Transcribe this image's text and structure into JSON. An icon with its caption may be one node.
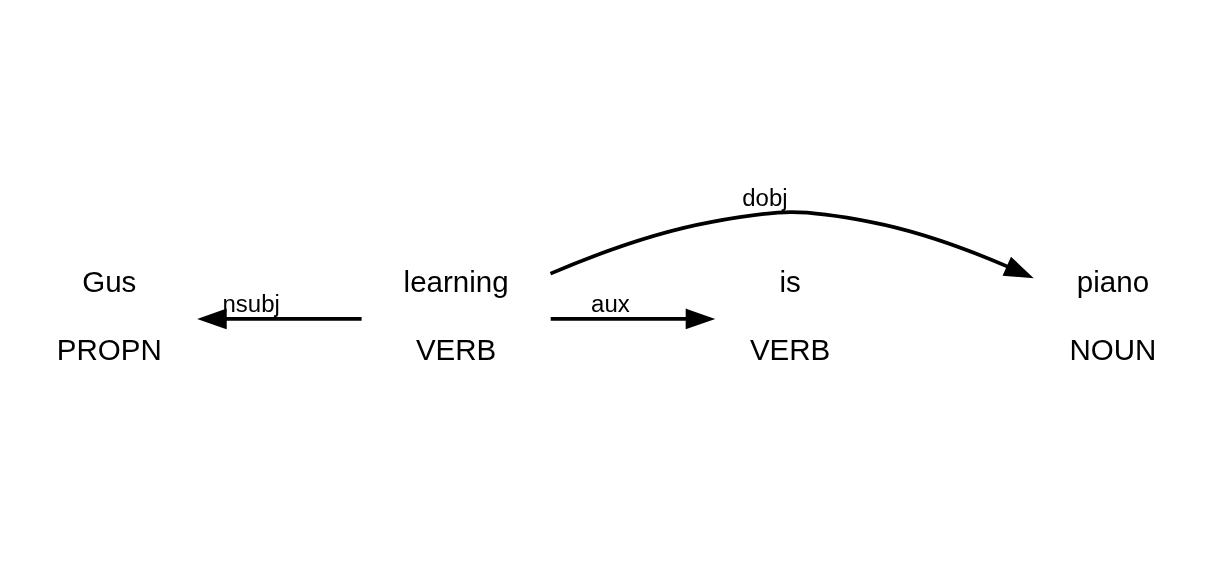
{
  "diagram": {
    "nodes": [
      {
        "text": [
          "Gus",
          "PROPN"
        ]
      },
      {
        "text": [
          "is",
          "VERB"
        ]
      },
      {
        "text": [
          "learning",
          "VERB"
        ]
      },
      {
        "text": [
          "piano",
          "NOUN"
        ]
      }
    ],
    "edges": [
      {
        "from": 2,
        "to": 0,
        "arrow": "to",
        "label": "nsubj"
      },
      {
        "from": 2,
        "to": 1,
        "arrow": "to",
        "label": "aux"
      },
      {
        "from": 2,
        "to": 3,
        "arrow": "to",
        "label": "dobj"
      }
    ]
  }
}
